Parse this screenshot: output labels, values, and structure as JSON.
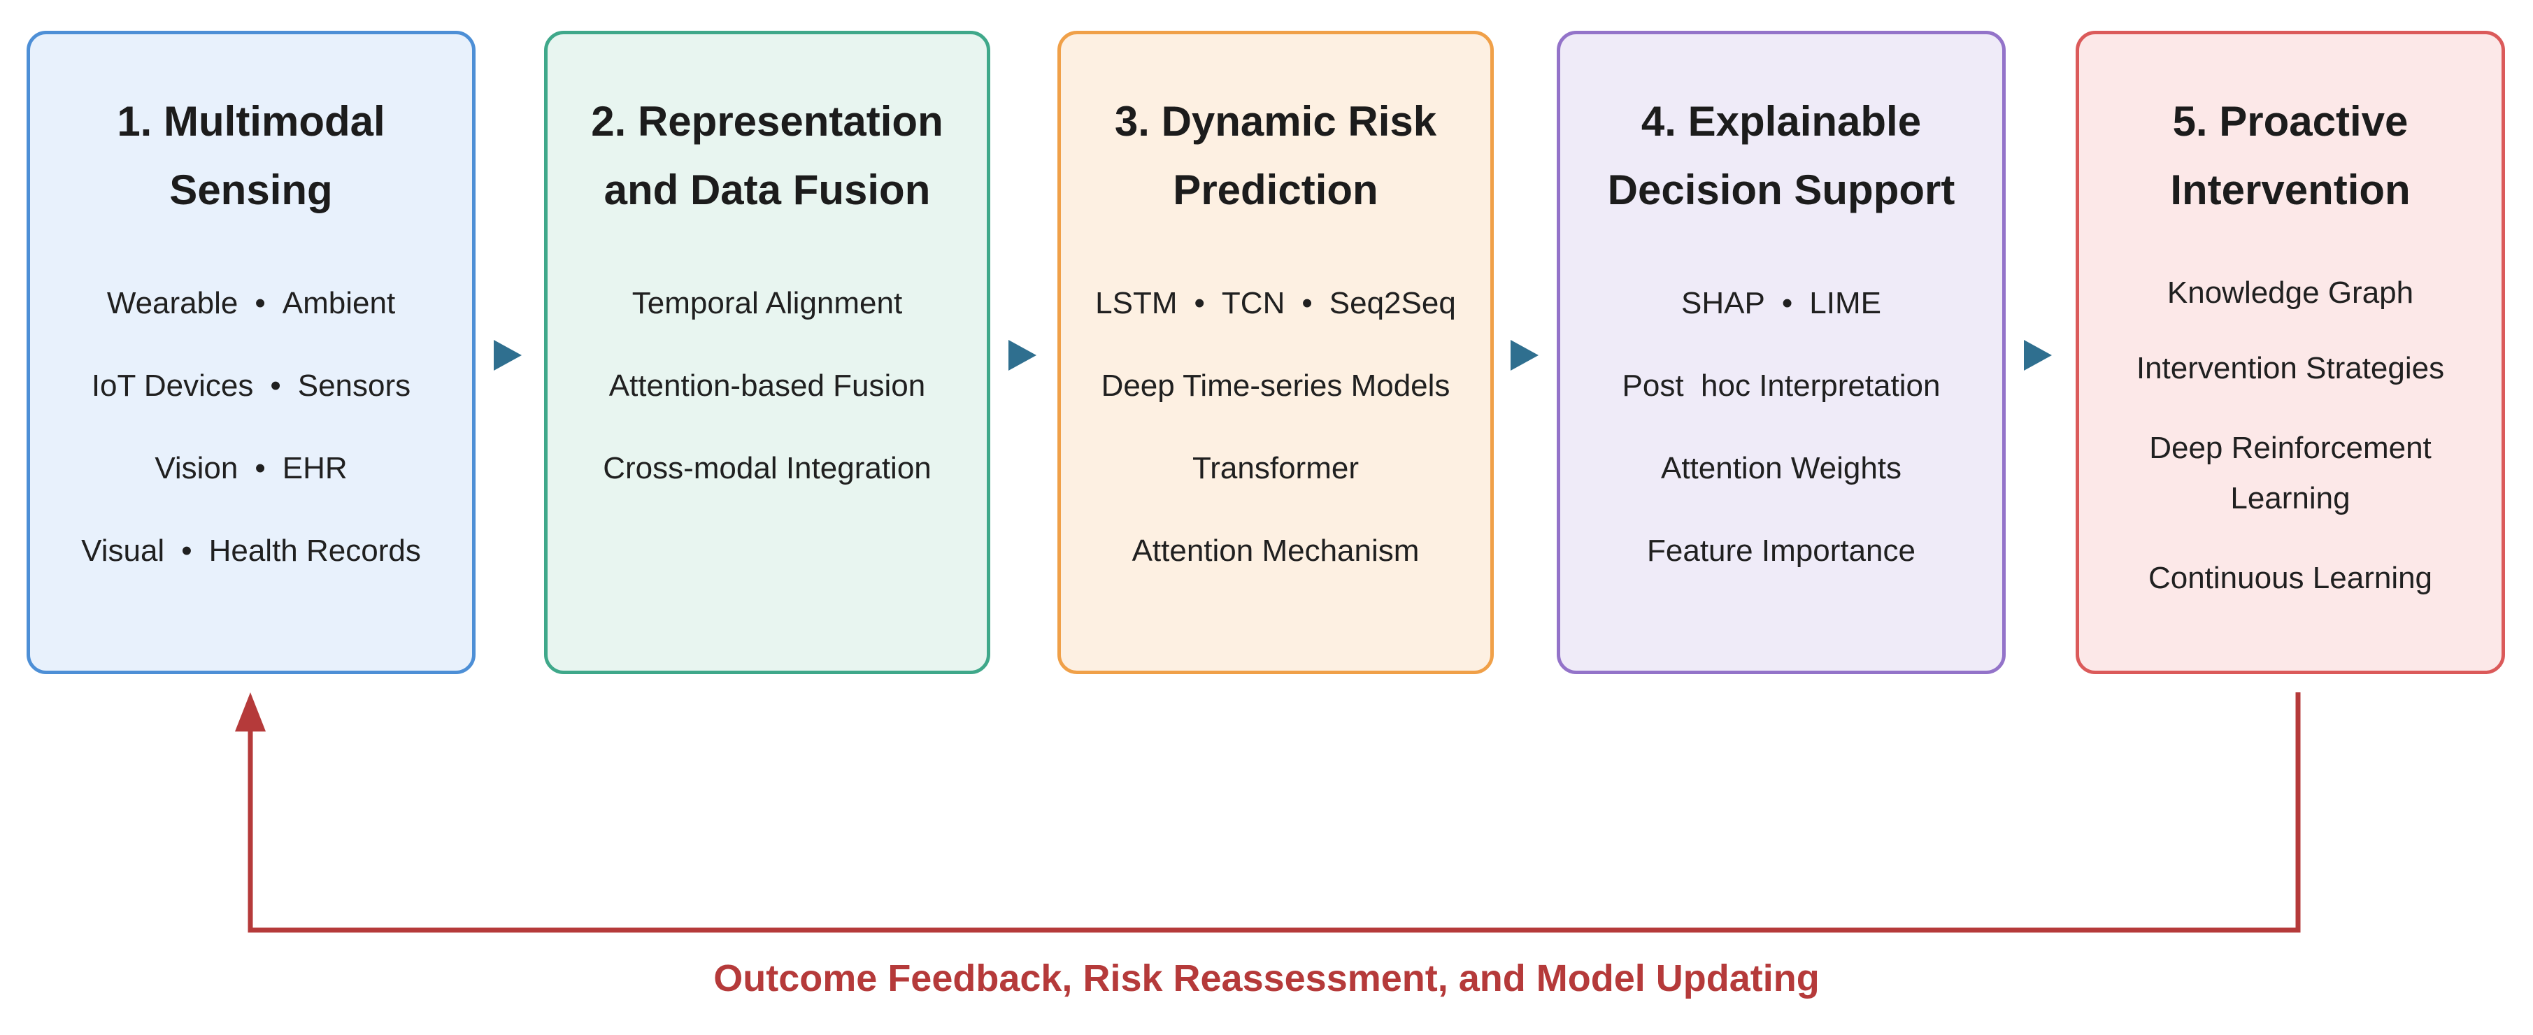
{
  "stages": [
    {
      "title_lines": [
        "1. Multimodal",
        "Sensing"
      ],
      "items": [
        {
          "a": "Wearable",
          "b": "Ambient"
        },
        {
          "a": "IoT Devices",
          "b": "Sensors"
        },
        {
          "a": "Vision",
          "b": "EHR"
        },
        {
          "a": "Visual",
          "b": "Health Records"
        }
      ]
    },
    {
      "title_lines": [
        "2. Representation",
        "and Data Fusion"
      ],
      "items": [
        "Temporal Alignment",
        "Attention-based Fusion",
        "Cross-modal Integration"
      ]
    },
    {
      "title_lines": [
        "3. Dynamic Risk",
        "Prediction"
      ],
      "items": [
        {
          "a": "LSTM",
          "b": "TCN",
          "c": "Seq2Seq"
        },
        "Deep Time-series Models",
        "Transformer",
        "Attention Mechanism"
      ]
    },
    {
      "title_lines": [
        "4. Explainable",
        "Decision Support"
      ],
      "items": [
        {
          "a": "SHAP",
          "b": "LIME"
        },
        "Post  hoc Interpretation",
        "Attention Weights",
        "Feature Importance"
      ]
    },
    {
      "title_lines": [
        "5. Proactive",
        "Intervention"
      ],
      "items": [
        "Knowledge Graph",
        "Intervention Strategies",
        "Deep Reinforcement Learning",
        "Continuous Learning"
      ]
    }
  ],
  "separator": "•",
  "feedback_label": "Outcome Feedback, Risk Reassessment, and Model Updating",
  "colors": {
    "stage1": "#4d8fd6",
    "stage2": "#3fa88a",
    "stage3": "#f0a048",
    "stage4": "#9373c9",
    "stage5": "#db5a5a",
    "flow_arrow": "#2f6f8f",
    "feedback": "#b53a3a"
  }
}
